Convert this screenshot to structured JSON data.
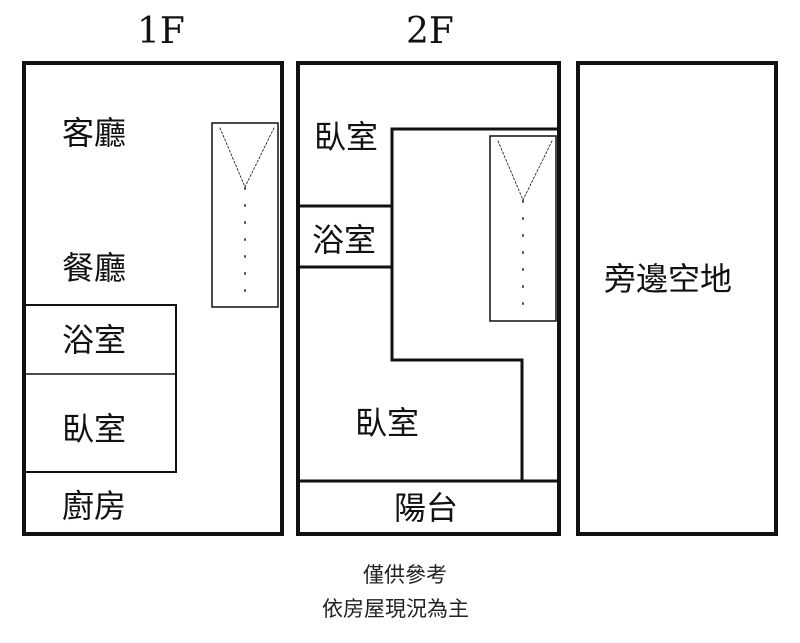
{
  "floors": {
    "first": {
      "title": "1F",
      "rooms": {
        "living": "客廳",
        "dining": "餐廳",
        "bath": "浴室",
        "bedroom": "臥室",
        "kitchen": "廚房"
      }
    },
    "second": {
      "title": "2F",
      "rooms": {
        "bedroom_top": "臥室",
        "bath": "浴室",
        "bedroom_main": "臥室",
        "balcony": "陽台"
      }
    },
    "side": {
      "rooms": {
        "empty_lot": "旁邊空地"
      }
    }
  },
  "notes": {
    "line1": "僅供參考",
    "line2": "依房屋現況為主"
  }
}
